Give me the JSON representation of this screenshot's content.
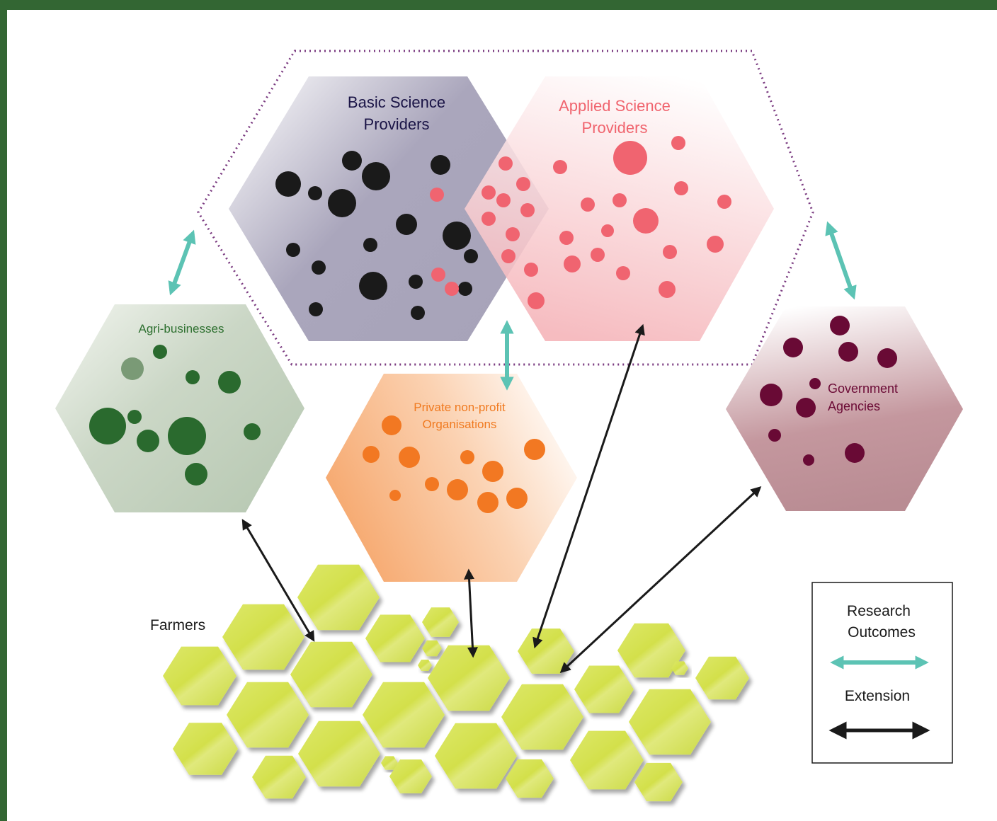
{
  "frame": {
    "border_color": "#336633",
    "background": "#ffffff"
  },
  "groups": {
    "basic_science": {
      "label_line1": "Basic Science",
      "label_line2": "Providers",
      "text_color": "#1a1446",
      "dot_color": "#1a1a1a"
    },
    "applied_science": {
      "label_line1": "Applied Science",
      "label_line2": "Providers",
      "text_color": "#f0646e",
      "dot_color": "#f06470"
    },
    "agri_businesses": {
      "label": "Agri-businesses",
      "text_color": "#2e7030",
      "dot_color": "#2a6a2e"
    },
    "private_nonprofit": {
      "label_line1": "Private non-profit",
      "label_line2": "Organisations",
      "text_color": "#f07a20",
      "dot_color": "#f27822"
    },
    "government": {
      "label_line1": "Government",
      "label_line2": "Agencies",
      "text_color": "#6b0a35",
      "dot_color": "#690a35"
    },
    "farmers": {
      "label": "Farmers",
      "text_color": "#1a1a1a",
      "hex_color": "#d2e04c"
    }
  },
  "legend": {
    "research_line1": "Research",
    "research_line2": "Outcomes",
    "research_color": "#5cc3b4",
    "extension_label": "Extension",
    "extension_color": "#1a1a1a"
  },
  "arrows": {
    "research_outcomes": [
      "agri-businesses ↔ science providers",
      "private non-profit ↔ science providers",
      "government agencies ↔ science providers"
    ],
    "extension": [
      "agri-businesses ↔ farmers",
      "private non-profit ↔ farmers",
      "applied science ↔ farmers",
      "government agencies ↔ farmers"
    ]
  }
}
